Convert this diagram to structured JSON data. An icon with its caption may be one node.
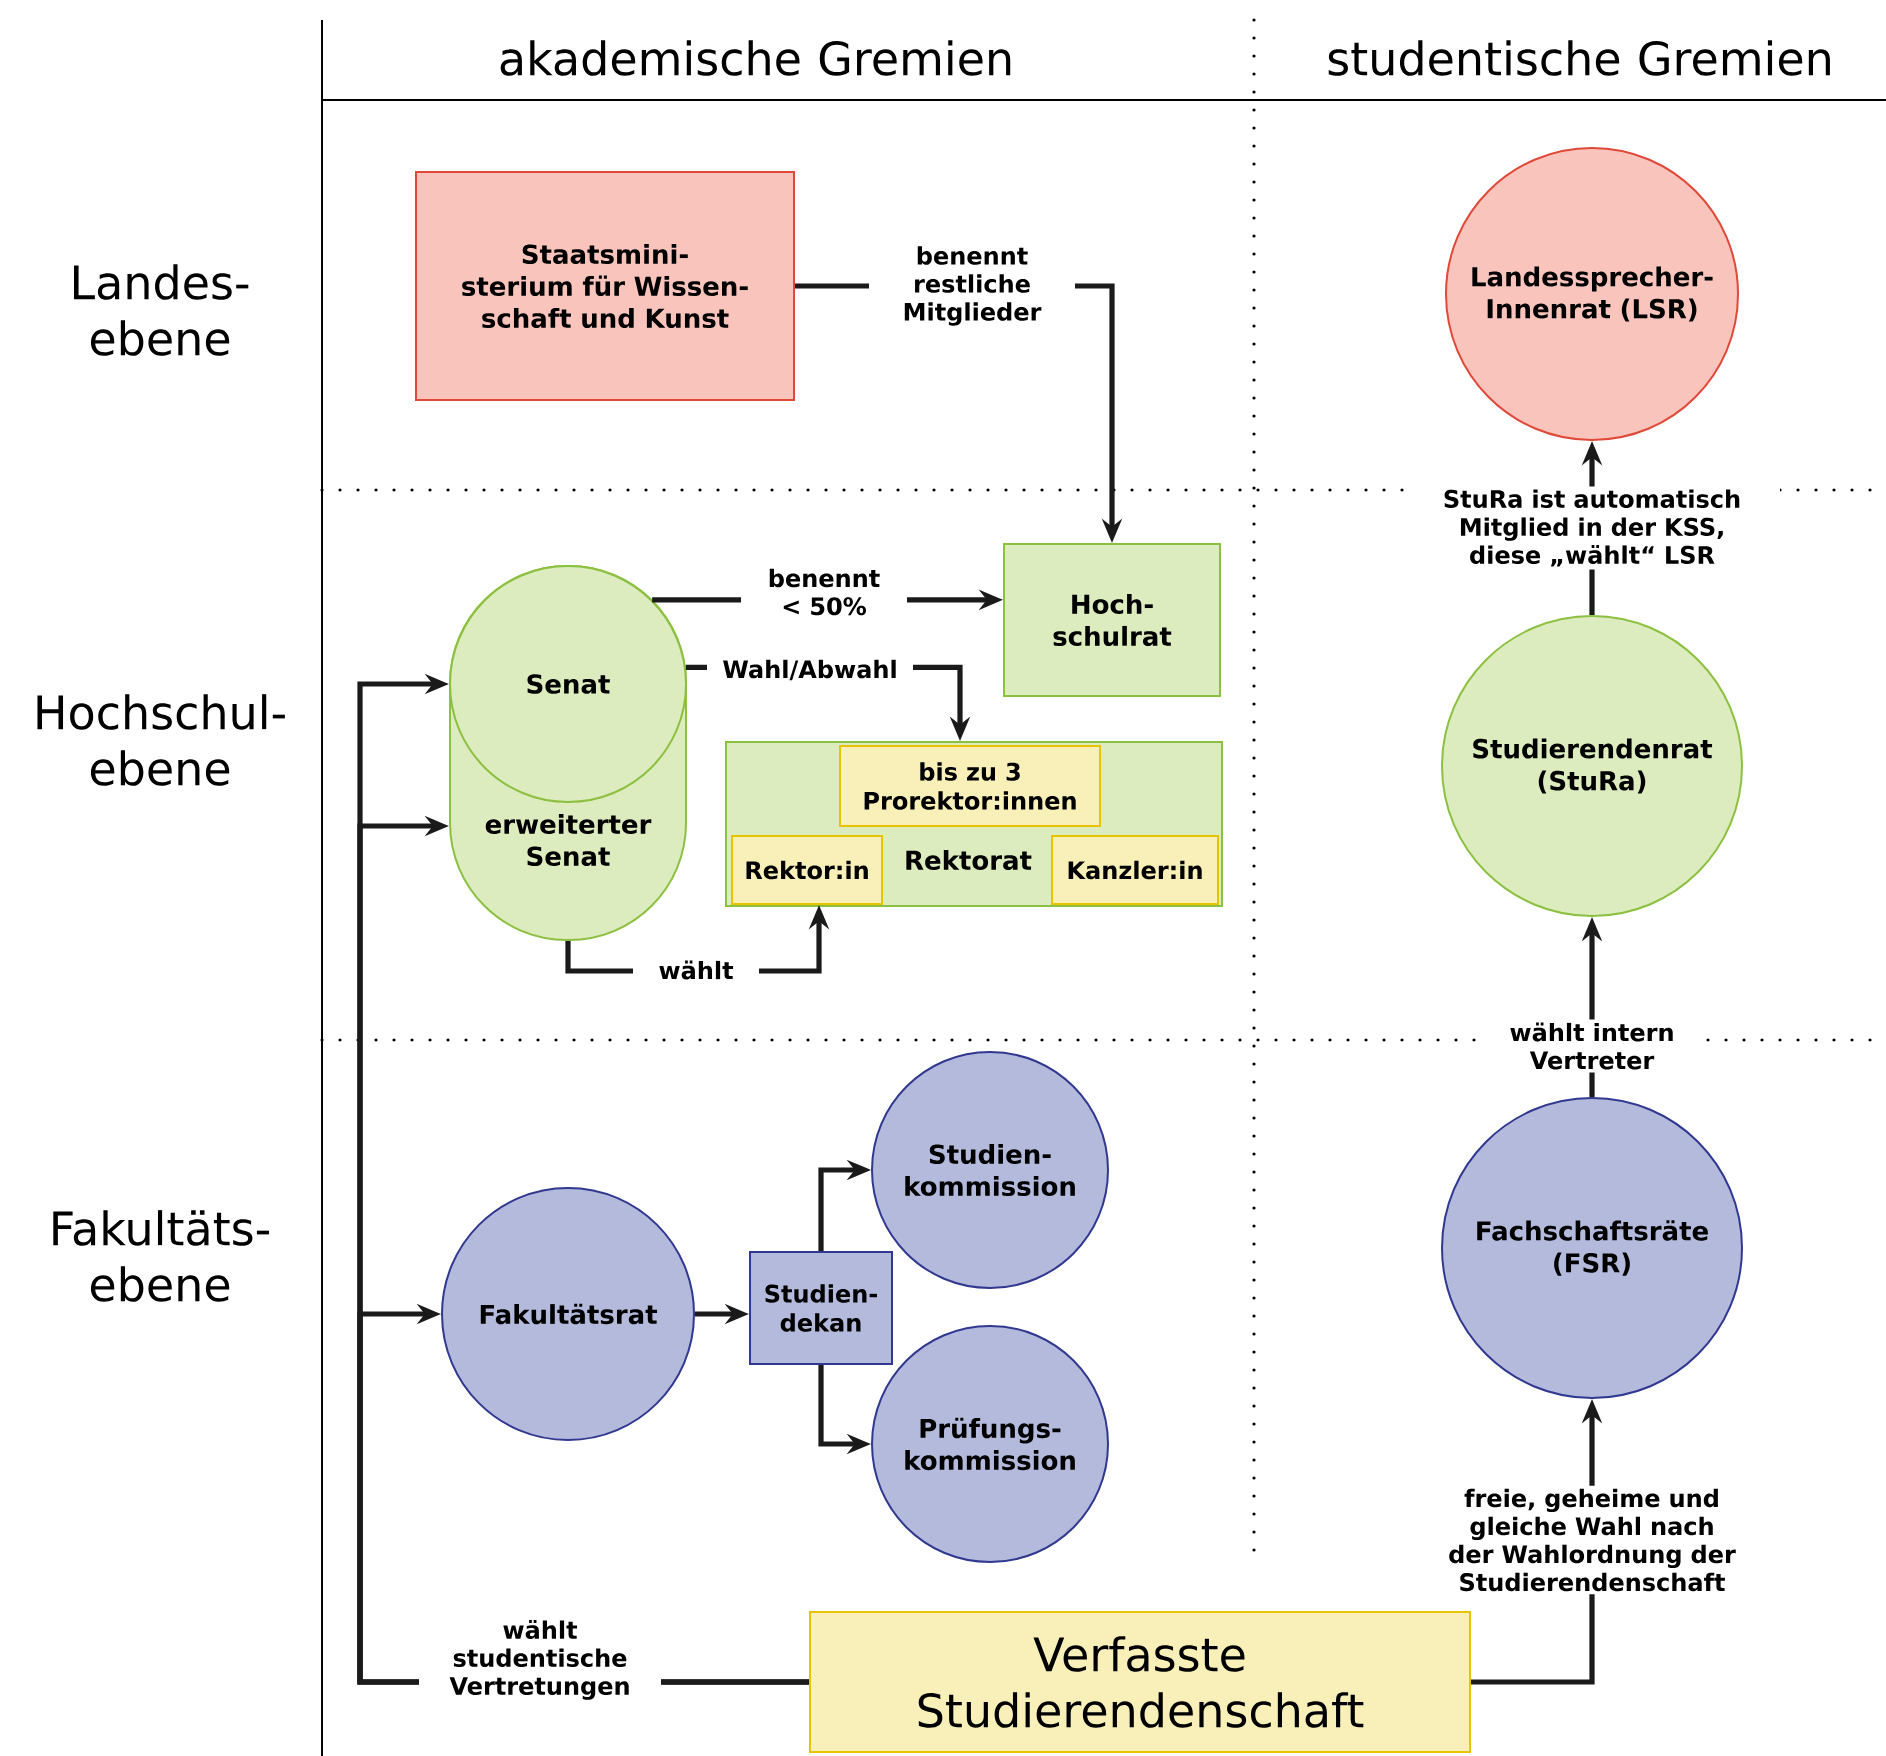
{
  "diagram": {
    "nodes": [
      {
        "text": [
          "Staatsmini- sterium für Wissen- schaft und Kunst"
        ]
      },
      {
        "text": [
          "Landessprecher- Innenrat (LSR)"
        ]
      },
      {
        "text": [
          "erweiterter Senat"
        ]
      },
      {
        "text": [
          "Senat"
        ],
        "in": 2
      },
      {
        "text": [
          "Hoch- schulrat"
        ]
      },
      {
        "text": [
          "Rektorat"
        ]
      },
      {
        "text": [
          "bis zu 3 Prorektor:innen"
        ],
        "in": 5
      },
      {
        "text": [
          "Rektor:in"
        ],
        "in": 5
      },
      {
        "text": [
          "Kanzler:in"
        ],
        "in": 5
      },
      {
        "text": [
          "Studierendenrat (StuRa)"
        ]
      },
      {
        "text": [
          "Fakultätsrat"
        ]
      },
      {
        "text": [
          "Studien- dekan"
        ]
      },
      {
        "text": [
          "Studien- kommission"
        ]
      },
      {
        "text": [
          "Prüfungs- kommission"
        ]
      },
      {
        "text": [
          "Fachschaftsräte (FSR)"
        ]
      },
      {
        "text": [
          "Verfasste Studierendenschaft"
        ]
      }
    ],
    "edges": [
      {
        "from": 0,
        "to": 4,
        "arrow": "to",
        "label": "benennt restliche Mitglieder"
      },
      {
        "from": 3,
        "to": 4,
        "arrow": "to",
        "label": "benennt < 50%"
      },
      {
        "from": 3,
        "to": 5,
        "arrow": "to",
        "label": "Wahl/Abwahl"
      },
      {
        "from": 2,
        "to": 7,
        "arrow": "to",
        "label": "wählt"
      },
      {
        "from": 15,
        "to": 3,
        "arrow": "to",
        "label": "wählt studentische Vertretungen"
      },
      {
        "from": 15,
        "to": 2,
        "arrow": "to"
      },
      {
        "from": 15,
        "to": 10,
        "arrow": "to"
      },
      {
        "from": 10,
        "to": 11,
        "arrow": "to"
      },
      {
        "from": 11,
        "to": 12,
        "arrow": "to"
      },
      {
        "from": 11,
        "to": 13,
        "arrow": "to"
      },
      {
        "from": 15,
        "to": 14,
        "arrow": "to",
        "label": "freie, geheime und gleiche Wahl nach der Wahlordnung der Studierendenschaft"
      },
      {
        "from": 14,
        "to": 9,
        "arrow": "to",
        "label": "wählt intern Vertreter"
      },
      {
        "from": 9,
        "to": 1,
        "arrow": "to",
        "label": "StuRa ist automatisch Mitglied in der KSS, diese „wählt“ LSR"
      }
    ],
    "labels": [
      "akademische Gremien",
      "studentische Gremien",
      "Landes- ebene",
      "Hochschul- ebene",
      "Fakultäts- ebene"
    ]
  }
}
